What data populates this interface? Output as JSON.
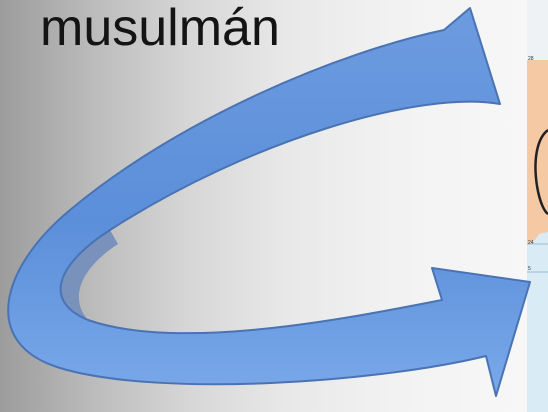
{
  "slide": {
    "title": "musulmán"
  },
  "map": {
    "labels": [
      "28",
      "24",
      "5"
    ]
  },
  "decor": {
    "arrow_icon": "curved-u-turn-arrow",
    "arrow_color": "#5b8fd9",
    "arrow_stroke": "#4a73b3",
    "map_land_color": "#f4c9a4",
    "map_sea_color": "#d9ecf6"
  }
}
